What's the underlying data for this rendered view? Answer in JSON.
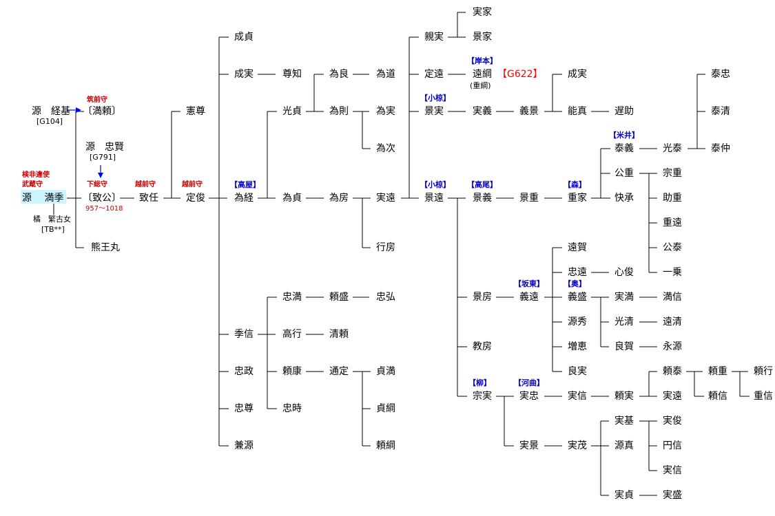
{
  "persons": {
    "tsunemoto": "源　経基",
    "tsunemoto_id": "[G104]",
    "mitsuyori": "〔満頼〕",
    "mitsuyori_title": "筑前守",
    "tadakata": "源　忠賢",
    "tadakata_id": "[G791]",
    "mitsusue_titles": "検非違使\n武蔵守",
    "mitsusue": "源　 満季",
    "shigekome": "橘　繁古女",
    "shigekome_id": "[TB**]",
    "munekimi": "〔致公〕",
    "munekimi_title": "下総守",
    "munekimi_years": "957～1018",
    "kumaomaru": "熊王丸",
    "munetou": "致任",
    "munetou_title": "越前守",
    "kenson": "憲尊",
    "sadatoshi": "定俊",
    "sadatoshi_title": "越前守",
    "narisada": "成貞",
    "narizane": "成実",
    "sonchi": "尊知",
    "tamenori_tag": "【高屋】",
    "tamenori": "為経",
    "suenobu": "季信",
    "tadamasa": "忠政",
    "tadataka": "忠尊",
    "kanemoto": "兼源",
    "mitsusada": "光貞",
    "tamesada": "為貞",
    "tamenaga": "為良",
    "tamenori2": "為則",
    "tamemichi": "為道",
    "tamezane": "為実",
    "tametsugu": "為次",
    "tamefusa": "為房",
    "sanetoo": "実遠",
    "yukifusa": "行房",
    "tadamitsu": "忠満",
    "yorimori": "頼盛",
    "tadahiro": "忠弘",
    "takayuki": "高行",
    "kiyoyori": "清頼",
    "yoriyasu": "頼康",
    "michisada": "通定",
    "sadamitsu": "貞満",
    "sadatsuna": "貞綱",
    "yoritsuna": "頼綱",
    "tadatoki": "忠時",
    "chikazane": "親実",
    "sanie": "実家",
    "kageie": "景家",
    "sadatoo": "定遠",
    "toshitsuna_tag": "【岸本】",
    "toshitsuna": "遠綱",
    "toshitsuna_alt": "(重綱)",
    "g622": "【G622】",
    "kagezane_tag": "【小椋】",
    "kagezane": "景実",
    "saneyoshi": "実義",
    "yoshikage": "義景",
    "narizane2": "成実",
    "yoshizane": "能真",
    "chisuke": "遅助",
    "yasutada": "泰忠",
    "yasukiyo": "泰清",
    "yasunaka": "泰仲",
    "kagetoo_tag": "【小椋】",
    "kagetoo": "景遠",
    "kageyoshi_tag": "【高尾】",
    "kageyoshi": "景義",
    "kageshige": "景重",
    "shigeie_tag": "【森】",
    "shigeie": "重家",
    "yasuyoshi_tag": "【米井】",
    "yasuyoshi": "泰義",
    "mitsuyasu": "光泰",
    "kimishige": "公重",
    "kaisho": "快承",
    "muneshige": "宗重",
    "sukeshige": "助重",
    "shigetoo": "重遠",
    "kimiyasu": "公泰",
    "ichijo": "一乗",
    "kagefusa": "景房",
    "norifusa": "教房",
    "toga": "遠賀",
    "tadatoo": "忠遠",
    "shinshun": "心俊",
    "yoshitoo_tag": "【坂東】",
    "yoshitoo": "義遠",
    "yoshimori_tag": "【奥】",
    "yoshimori": "義盛",
    "genshu": "源秀",
    "zoke": "増恵",
    "ryojitsu": "良実",
    "sanemitsu": "実満",
    "mitsukiyo": "光清",
    "ryoga": "良賀",
    "mitsunobu": "満信",
    "tookiyo": "遠清",
    "eigen": "永源",
    "munezane_tag": "【柳】",
    "munezane": "宗実",
    "sanetada_tag": "【河曲】",
    "sanetada": "実忠",
    "sanenobu": "実信",
    "yorizane": "頼実",
    "yoriyasu2": "頼泰",
    "sanetoo2": "実遠",
    "yorishige": "頼重",
    "yorinobu": "頼信",
    "yoriyuki": "頼行",
    "shigenobu": "重信",
    "sanekage": "実景",
    "sanemochi": "実茂",
    "sanemoto": "実基",
    "genshin": "源真",
    "sanesada": "実貞",
    "saneshun": "実俊",
    "enshin": "円信",
    "jisshin": "実信",
    "sanemori": "実盛"
  }
}
